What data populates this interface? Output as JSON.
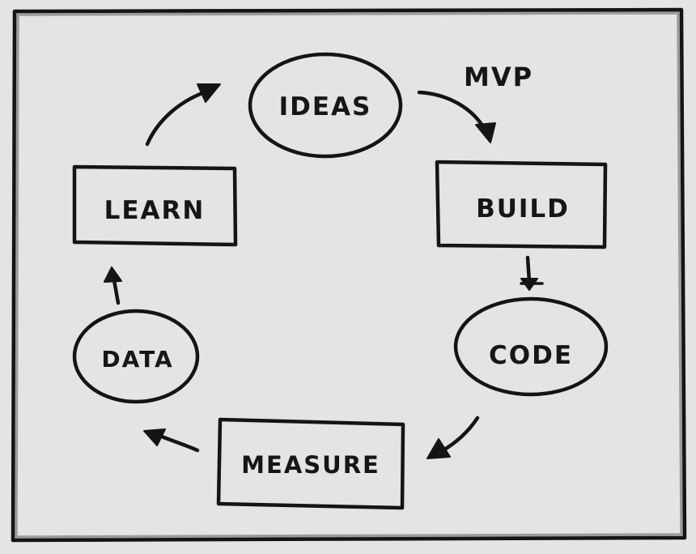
{
  "diagram": {
    "nodes": {
      "ideas": "IDEAS",
      "build": "BUILD",
      "code": "CODE",
      "measure": "MEASURE",
      "data": "DATA",
      "learn": "LEARN"
    },
    "edge_labels": {
      "ideas_to_build": "MVP"
    }
  },
  "colors": {
    "paper": "#e4e4e2",
    "ink": "#141414"
  }
}
